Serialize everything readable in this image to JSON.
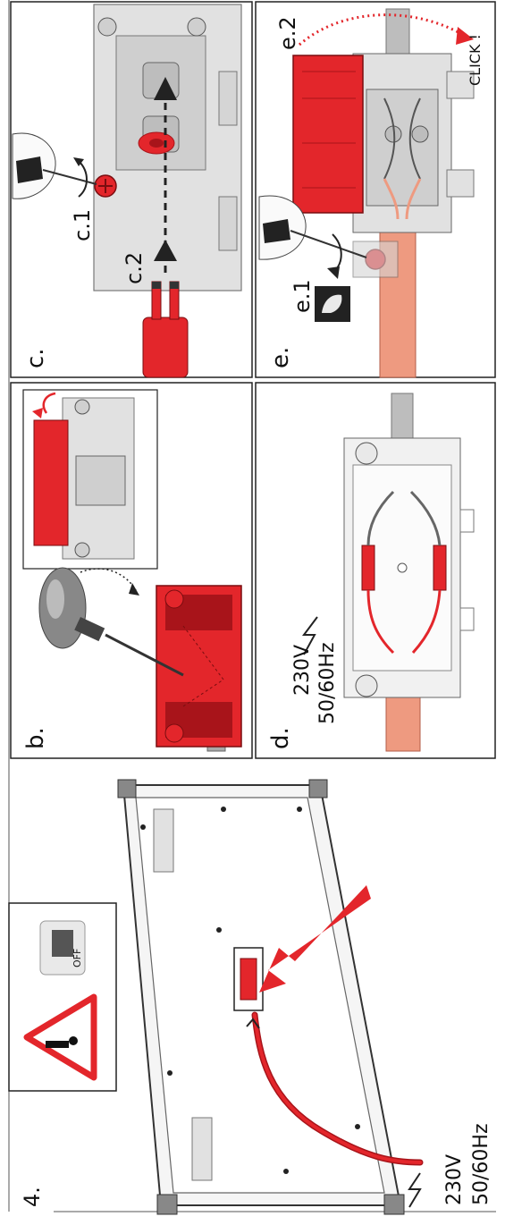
{
  "step": {
    "number": "4."
  },
  "warning": {
    "switch_text": "OFF"
  },
  "overview": {
    "voltage": "230V",
    "frequency": "50/60Hz"
  },
  "panels": {
    "b": {
      "letter": "b."
    },
    "c": {
      "letter": "c.",
      "step1": "c.1",
      "step2": "c.2"
    },
    "d": {
      "letter": "d.",
      "voltage": "230V",
      "frequency": "50/60Hz"
    },
    "e": {
      "letter": "e.",
      "step1": "e.1",
      "step2": "e.2",
      "click": "CLICK !"
    }
  },
  "colors": {
    "red": "#e3262b",
    "dark_red": "#a8141a",
    "cable_salmon": "#ee9a80",
    "grey_light": "#dcdcdc",
    "grey_mid": "#a8a8a8",
    "outline": "#222222"
  }
}
